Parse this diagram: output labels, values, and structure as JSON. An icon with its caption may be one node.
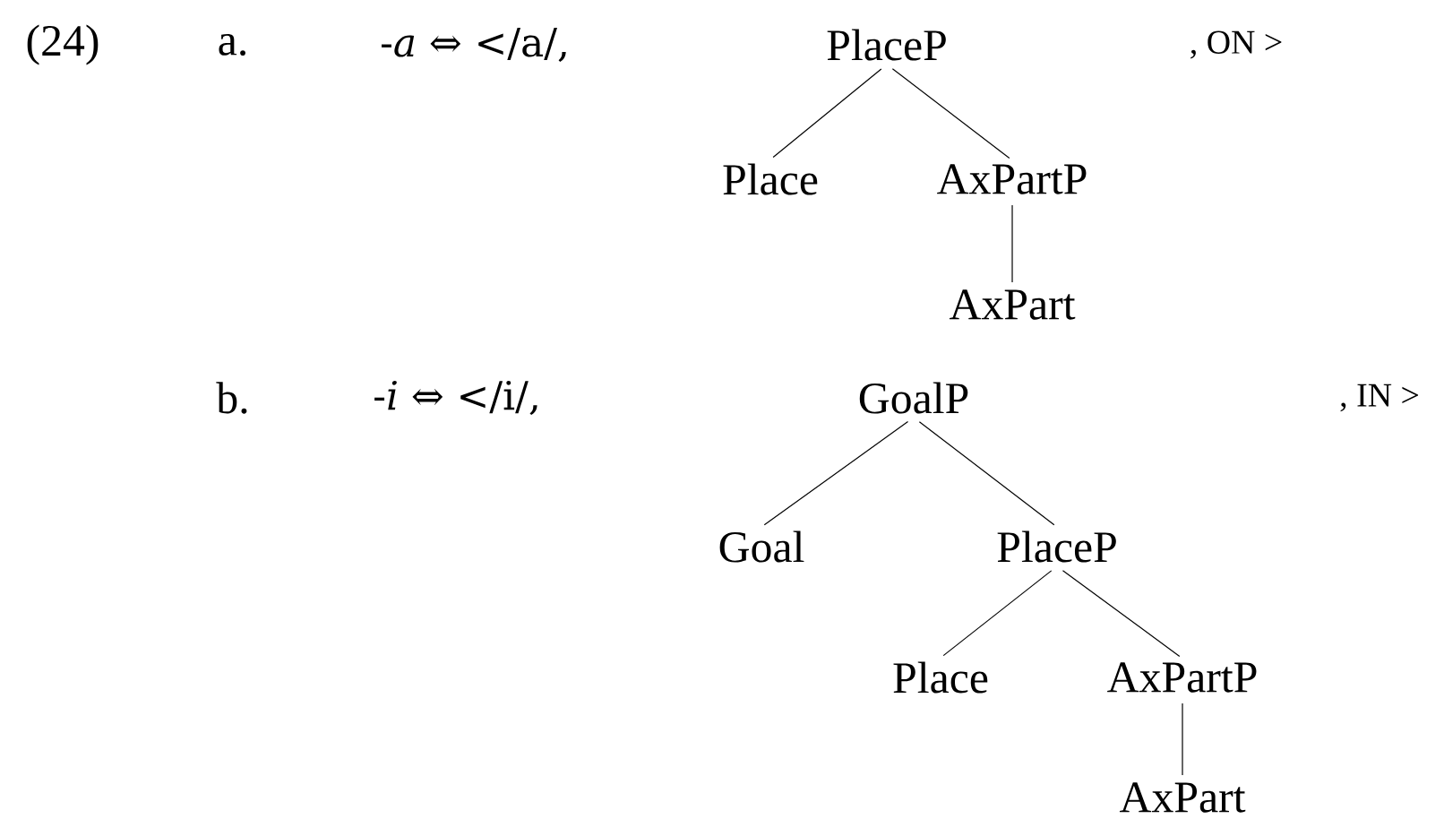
{
  "diagram": {
    "nodes": [
      {
        "text": [
          "PlaceP"
        ]
      },
      {
        "text": [
          "Place"
        ]
      },
      {
        "text": [
          "AxPartP"
        ]
      },
      {
        "text": [
          "AxPart"
        ]
      },
      {
        "text": [
          "GoalP"
        ]
      },
      {
        "text": [
          "Goal"
        ]
      },
      {
        "text": [
          "PlaceP"
        ]
      },
      {
        "text": [
          "Place"
        ]
      },
      {
        "text": [
          "AxPartP"
        ]
      },
      {
        "text": [
          "AxPart"
        ]
      }
    ],
    "edges": [
      {
        "from": 0,
        "to": 1,
        "arrow": "none"
      },
      {
        "from": 0,
        "to": 2,
        "arrow": "none"
      },
      {
        "from": 2,
        "to": 3,
        "arrow": "none"
      },
      {
        "from": 4,
        "to": 5,
        "arrow": "none"
      },
      {
        "from": 4,
        "to": 6,
        "arrow": "none"
      },
      {
        "from": 6,
        "to": 7,
        "arrow": "none"
      },
      {
        "from": 6,
        "to": 8,
        "arrow": "none"
      },
      {
        "from": 8,
        "to": 9,
        "arrow": "none"
      }
    ],
    "labels": [
      "(24)",
      "a.",
      "-*a* ⇔ </a/,",
      ", ON >",
      "b.",
      "-*i* ⇔ </i/,",
      ", IN >"
    ]
  }
}
